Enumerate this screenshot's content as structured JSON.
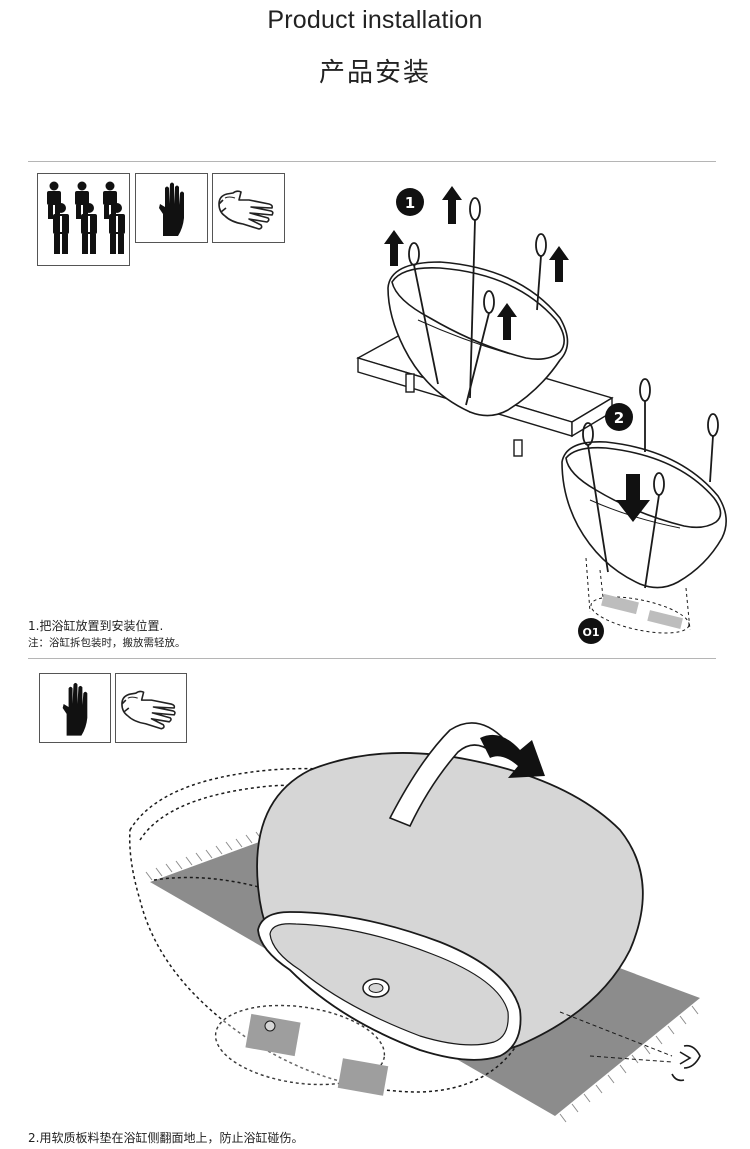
{
  "header": {
    "title_en": "Product installation",
    "title_cn": "产品安装"
  },
  "section1": {
    "icons": [
      "people-team-icon",
      "hand-stop-icon",
      "glove-icon"
    ],
    "badge1": "1",
    "badge2": "2",
    "badge3": "O1",
    "step_text": "1.把浴缸放置到安装位置.",
    "note_text": "注：浴缸拆包装时，搬放需轻放。"
  },
  "section2": {
    "icons": [
      "hand-stop-icon",
      "glove-icon"
    ],
    "step_text": "2.用软质板料垫在浴缸侧翻面地上，防止浴缸碰伤。"
  },
  "colors": {
    "line": "#1a1a1a",
    "mat": "#8c8c8c",
    "tub_fill": "#d6d6d6",
    "rule": "#b5b5b5"
  }
}
